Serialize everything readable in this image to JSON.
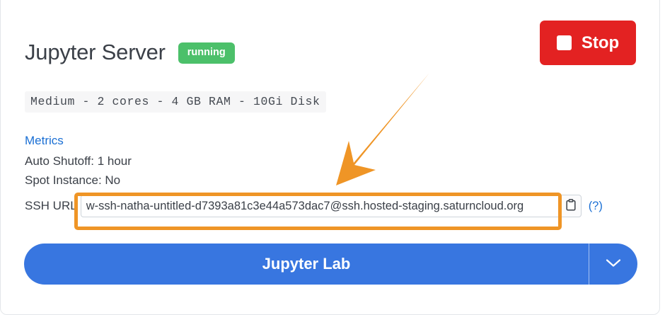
{
  "card": {
    "title": "Jupyter Server",
    "status_badge": "running",
    "status_color": "#4cc06a"
  },
  "stop_button": {
    "label": "Stop",
    "icon": "stop-square-icon",
    "color": "#e32222"
  },
  "spec": {
    "text": "Medium - 2 cores - 4 GB RAM - 10Gi Disk"
  },
  "details": {
    "metrics_link": "Metrics",
    "auto_shutoff": "Auto Shutoff: 1 hour",
    "spot_instance": "Spot Instance: No"
  },
  "ssh": {
    "label": "SSH URL",
    "value": "w-ssh-natha-untitled-d7393a81c3e44a573dac7@ssh.hosted-staging.saturncloud.org",
    "placeholder": "",
    "copy_icon": "clipboard-icon",
    "help_label": "(?)"
  },
  "launch": {
    "label": "Jupyter Lab",
    "dropdown_icon": "chevron-down-icon",
    "color": "#3876e0"
  },
  "annotation": {
    "highlight_color": "#ef9526",
    "arrow_color": "#ef9526"
  },
  "links": {
    "accent_color": "#1a6fd4"
  }
}
